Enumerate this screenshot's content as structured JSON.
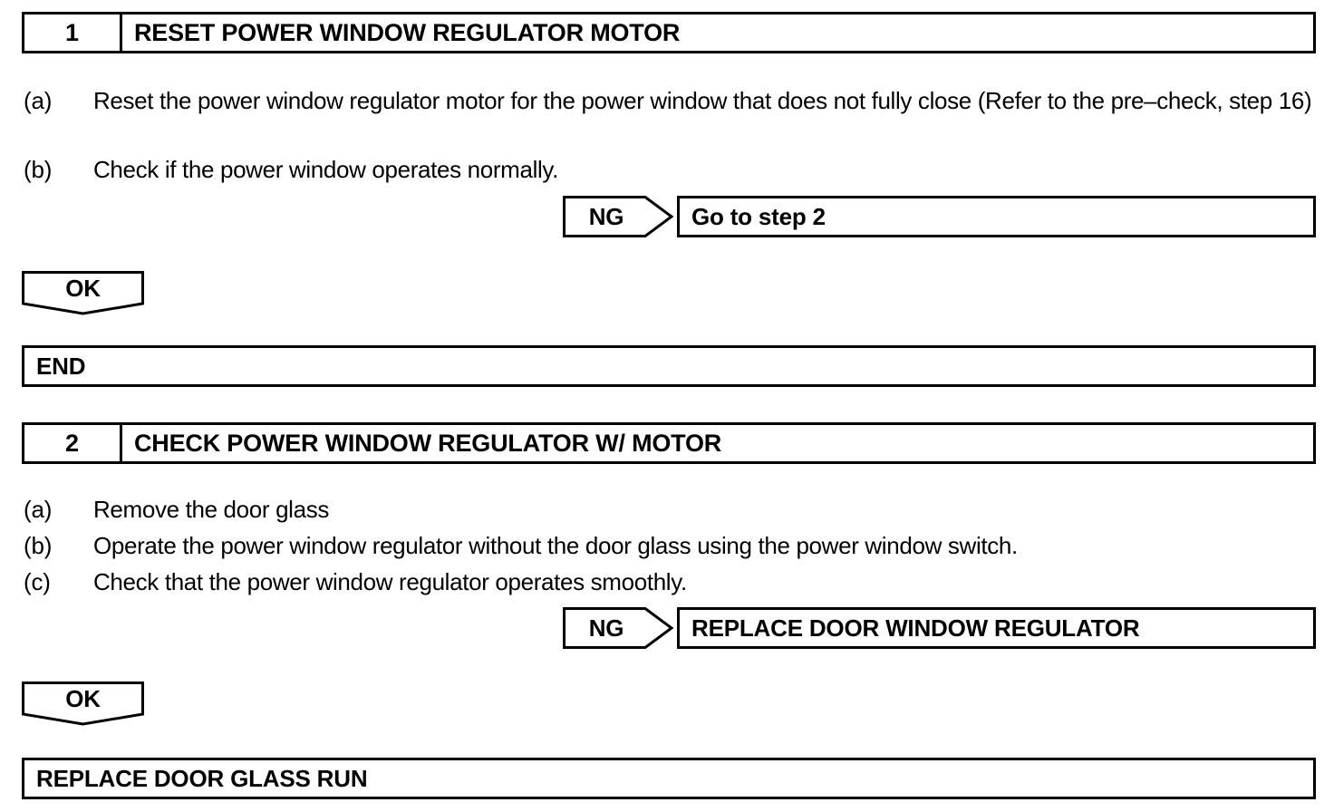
{
  "document": {
    "type": "troubleshooting-flowchart",
    "title": "Power Window Diagnostic Steps"
  },
  "steps": [
    {
      "number": "1",
      "title": "RESET POWER WINDOW REGULATOR MOTOR",
      "items": [
        {
          "label": "(a)",
          "text": "Reset the power window regulator motor for the power window that does not fully close (Refer to the pre–check, step 16)"
        },
        {
          "label": "(b)",
          "text": "Check if the power window operates normally."
        }
      ],
      "ng": {
        "tab_label": "NG",
        "result": "Go to step 2"
      },
      "ok": {
        "tab_label": "OK",
        "result": "END"
      }
    },
    {
      "number": "2",
      "title": "CHECK POWER WINDOW REGULATOR W/ MOTOR",
      "items": [
        {
          "label": "(a)",
          "text": "Remove the door glass"
        },
        {
          "label": "(b)",
          "text": "Operate the power window regulator without the door glass using the power window switch."
        },
        {
          "label": "(c)",
          "text": "Check that the power window regulator operates smoothly."
        }
      ],
      "ng": {
        "tab_label": "NG",
        "result": "REPLACE DOOR WINDOW REGULATOR"
      },
      "ok": {
        "tab_label": "OK",
        "result": "REPLACE DOOR GLASS RUN"
      }
    }
  ],
  "colors": {
    "ink": "#000000",
    "paper": "#ffffff"
  }
}
